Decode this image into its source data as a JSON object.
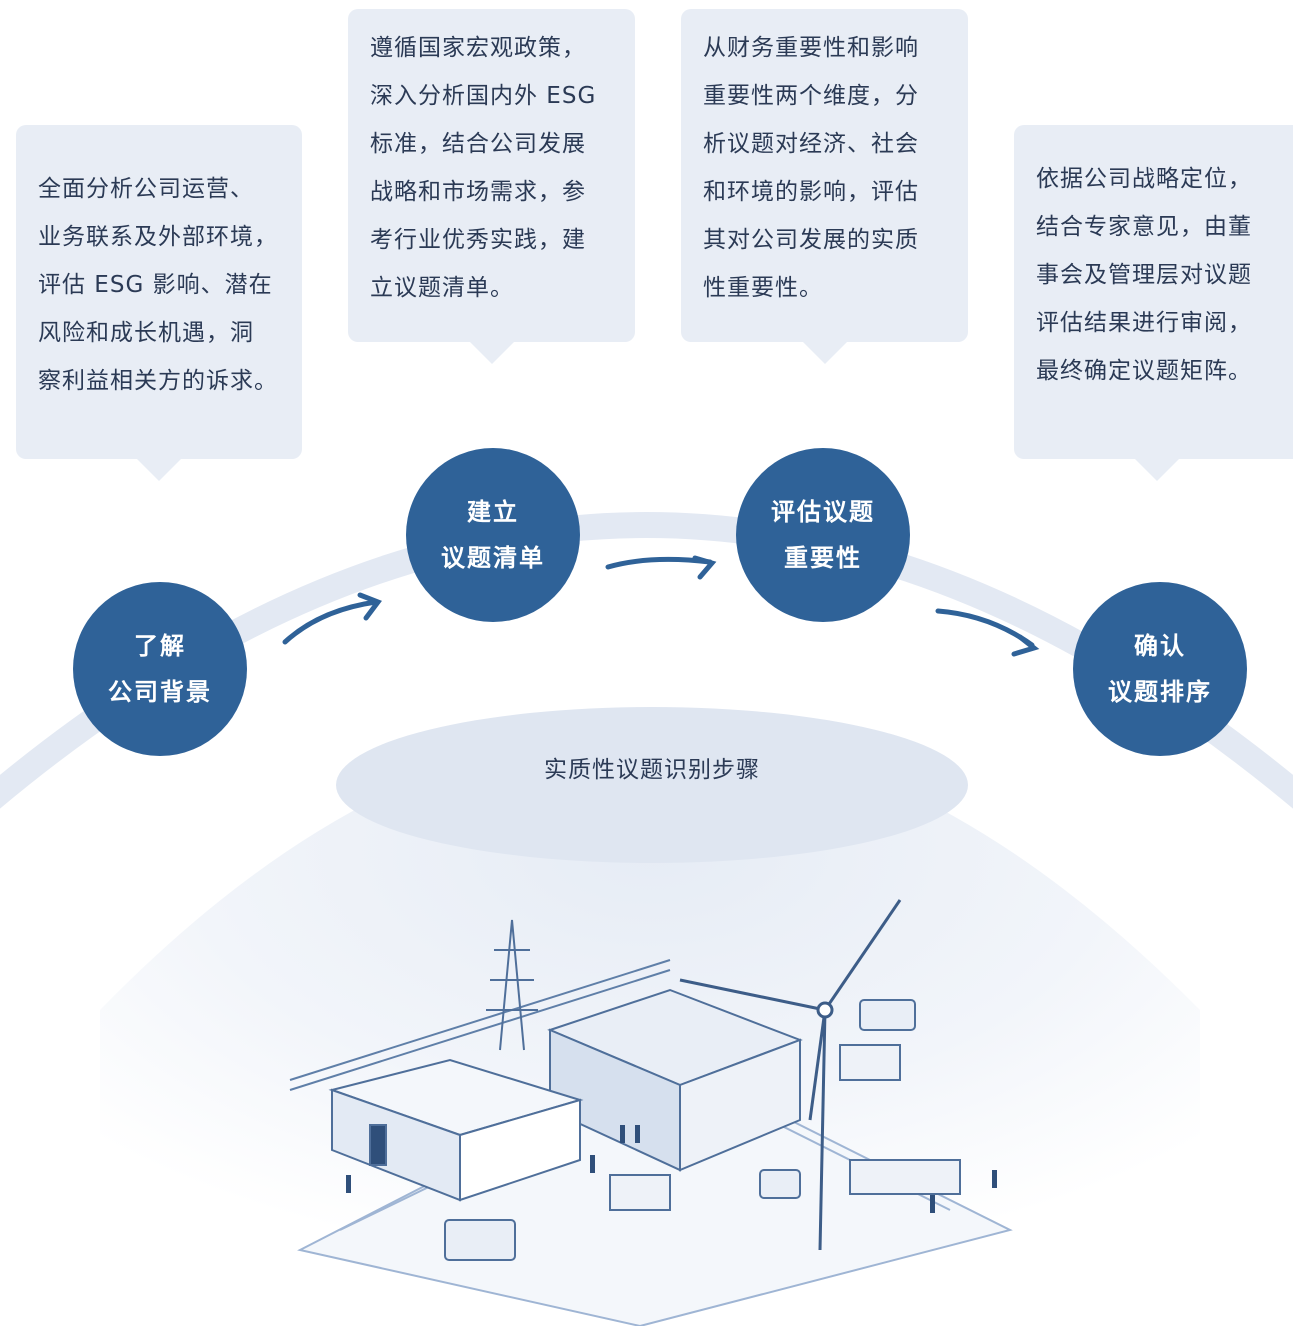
{
  "diagram": {
    "center_title": "实质性议题识别步骤",
    "steps": [
      {
        "label": "了解\n公司背景",
        "description": "全面分析公司运营、\n业务联系及外部环境，\n评估 ESG 影响、潜在\n风险和成长机遇，洞\n察利益相关方的诉求。"
      },
      {
        "label": "建立\n议题清单",
        "description": "遵循国家宏观政策，\n深入分析国内外 ESG\n标准，结合公司发展\n战略和市场需求，参\n考行业优秀实践，建\n立议题清单。"
      },
      {
        "label": "评估议题\n重要性",
        "description": "从财务重要性和影响\n重要性两个维度，分\n析议题对经济、社会\n和环境的影响，评估\n其对公司发展的实质\n性重要性。"
      },
      {
        "label": "确认\n议题排序",
        "description": "依据公司战略定位，\n结合专家意见，由董\n事会及管理层对议题\n评估结果进行审阅，\n最终确定议题矩阵。"
      }
    ]
  },
  "colors": {
    "step_fill": "#2f6298",
    "bubble_fill": "#e8edf5",
    "arc": "#e3e9f3",
    "arrow": "#2f6298",
    "text": "#2b3a55"
  }
}
